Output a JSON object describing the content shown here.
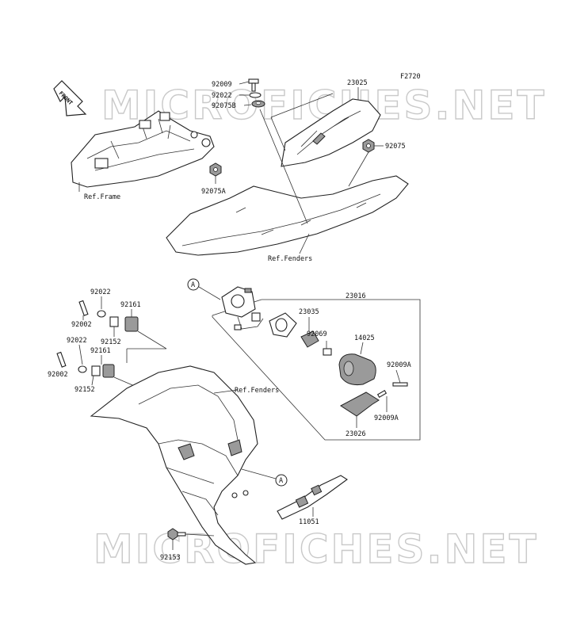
{
  "diagram_id": "F2720",
  "front_arrow_label": "FRONT",
  "watermark": "MICROFICHES.NET",
  "callout_marker": "A",
  "parts": {
    "p92009": "92009",
    "p92022_top": "92022",
    "p92075B": "92075B",
    "p23025": "23025",
    "p92075": "92075",
    "p92075A": "92075A",
    "ref_frame": "Ref.Frame",
    "ref_fenders_top": "Ref.Fenders",
    "p23016": "23016",
    "p23035": "23035",
    "p92069": "92069",
    "p14025": "14025",
    "p92009A_1": "92009A",
    "p92009A_2": "92009A",
    "p23026": "23026",
    "p92022_a": "92022",
    "p92002_a": "92002",
    "p92161_a": "92161",
    "p92152_a": "92152",
    "p92022_b": "92022",
    "p92161_b": "92161",
    "p92002_b": "92002",
    "p92152_b": "92152",
    "ref_fenders_bottom": "Ref.Fenders",
    "p11051": "11051",
    "p92153": "92153"
  }
}
